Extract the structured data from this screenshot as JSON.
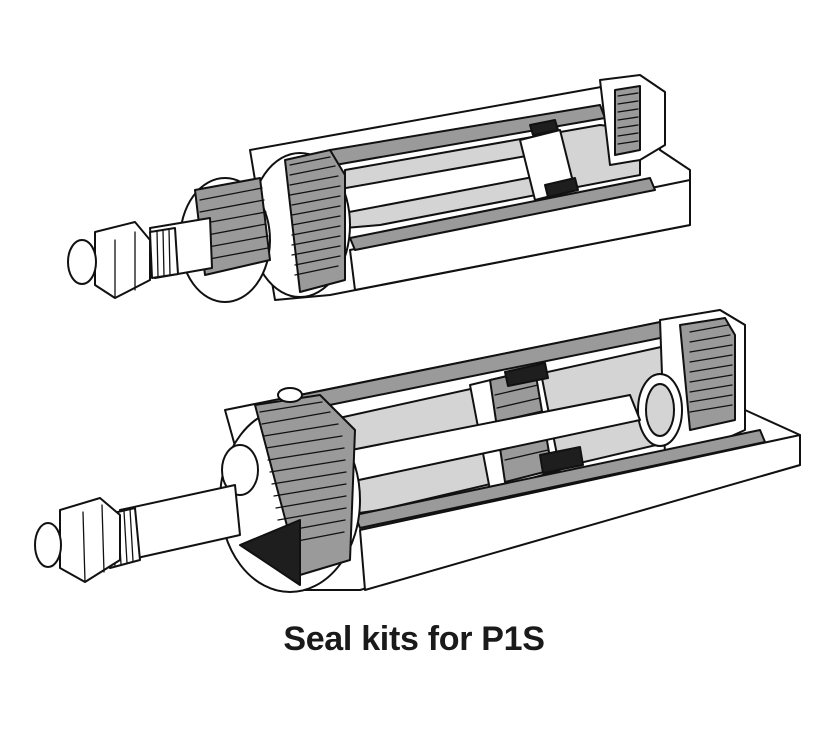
{
  "caption": "Seal kits for P1S",
  "colors": {
    "background": "#ffffff",
    "line": "#111111",
    "section_fill": "#9a9a9a",
    "caption_text": "#1a1a1a"
  },
  "figures": [
    {
      "name": "upper-cylinder",
      "label": ""
    },
    {
      "name": "lower-cylinder",
      "label": ""
    }
  ]
}
